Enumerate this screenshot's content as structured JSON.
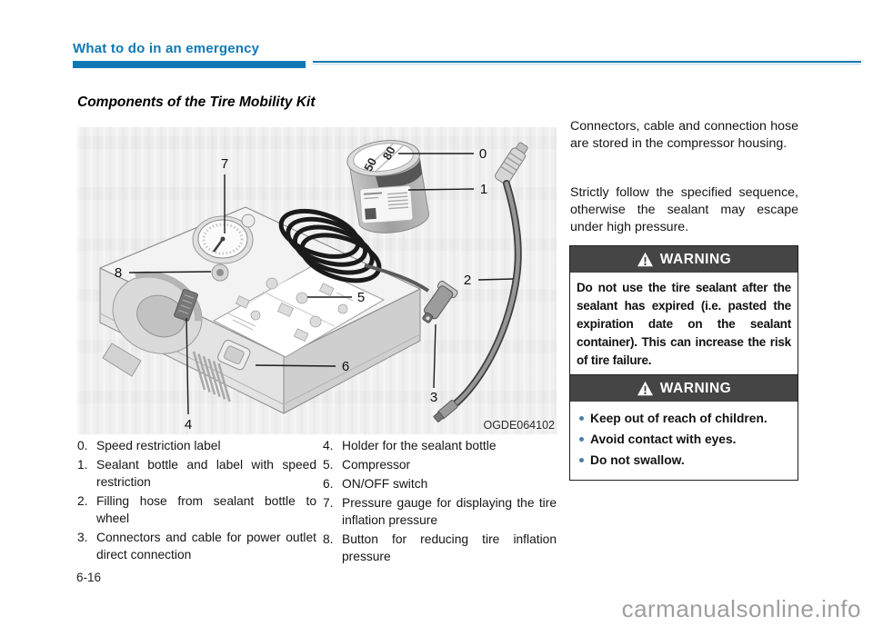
{
  "page": {
    "breadcrumb": "What to do in an emergency",
    "title": "Components of the Tire Mobility Kit",
    "page_number": "6-16",
    "watermark": "carmanualsonline.info"
  },
  "figure": {
    "code": "OGDE064102",
    "bottle_labels": [
      "80",
      "50"
    ],
    "callouts": [
      "0",
      "1",
      "2",
      "3",
      "4",
      "5",
      "6",
      "7",
      "8"
    ]
  },
  "right_column": {
    "paragraph_1": "Connectors, cable and connection hose are stored in the compressor housing.",
    "paragraph_2": "Strictly follow the specified sequence, otherwise the sealant may escape under high pressure.",
    "warning_1": {
      "title": "WARNING",
      "body": "Do not use the tire sealant after the sealant has expired (i.e. pasted the expiration date on the sealant container). This can increase the risk of tire failure."
    },
    "warning_2": {
      "title": "WARNING",
      "bullets": [
        "Keep out of reach of children.",
        "Avoid contact with eyes.",
        "Do not swallow."
      ]
    }
  },
  "component_list": {
    "column_1": [
      {
        "num": "0.",
        "text": "Speed restriction label"
      },
      {
        "num": "1.",
        "text": "Sealant bottle and label with speed restriction"
      },
      {
        "num": "2.",
        "text": "Filling hose from sealant bottle to wheel"
      },
      {
        "num": "3.",
        "text": "Connectors and cable for power outlet direct connection"
      }
    ],
    "column_2": [
      {
        "num": "4.",
        "text": "Holder for the sealant bottle"
      },
      {
        "num": "5.",
        "text": "Compressor"
      },
      {
        "num": "6.",
        "text": "ON/OFF switch"
      },
      {
        "num": "7.",
        "text": "Pressure gauge for displaying the tire inflation pressure"
      },
      {
        "num": "8.",
        "text": "Button for reducing tire inflation pressure"
      }
    ]
  },
  "colors": {
    "accent_blue": "#0f79b6",
    "warning_header_bg": "#454545",
    "watermark_gray": "#9e9e9e"
  }
}
